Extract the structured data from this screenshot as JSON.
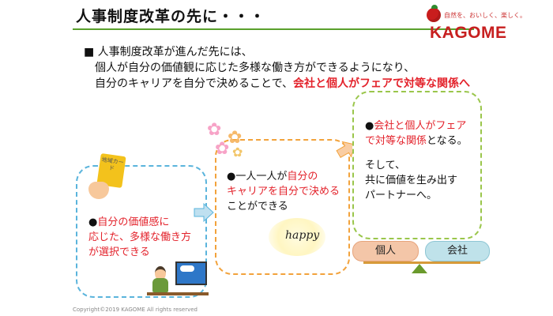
{
  "slide": {
    "title": "人事制度改革の先に・・・",
    "logo": {
      "tagline": "自然を、おいしく、楽しく。",
      "brand": "KAGOME"
    },
    "intro": {
      "line1": "■ 人事制度改革が進んだ先には、",
      "line2": "個人が自分の価値観に応じた多様な働き方ができるようになり、",
      "line3_prefix": "自分のキャリアを自分で決めることで、",
      "line3_accent": "会社と個人がフェアで対等な関係へ"
    },
    "box1": {
      "card_label": "地域カード",
      "bullet": "●",
      "red_text": "自分の価値感に",
      "line2": "応じた、多様な働き方",
      "line3": "が選択できる"
    },
    "box2": {
      "bullet": "●一人一人が",
      "red1": "自分の",
      "red2": "キャリアを自分で決める",
      "line3": "ことができる",
      "happy_label": "happy"
    },
    "box3": {
      "bullet": "●",
      "red1": "会社と個人がフェア",
      "red2": "で対等な関係",
      "suffix2": "となる。",
      "line4": "そして、",
      "line5": "共に価値を生み出す",
      "line6": "パートナーへ。"
    },
    "scale": {
      "left_label": "個人",
      "right_label": "会社"
    },
    "footer": "Copyright©2019 KAGOME All rights reserved"
  },
  "colors": {
    "accent_red": "#e3222b",
    "box1_border": "#5ab4dc",
    "box2_border": "#f2a23b",
    "box3_border": "#9ac64b",
    "header_rule": "#5aa02c"
  },
  "icons": [
    "tomato-icon",
    "flower-icon",
    "arrow-right-icon",
    "hand-card-icon",
    "person-at-pc-icon",
    "happy-badge-icon",
    "scale-icon"
  ]
}
